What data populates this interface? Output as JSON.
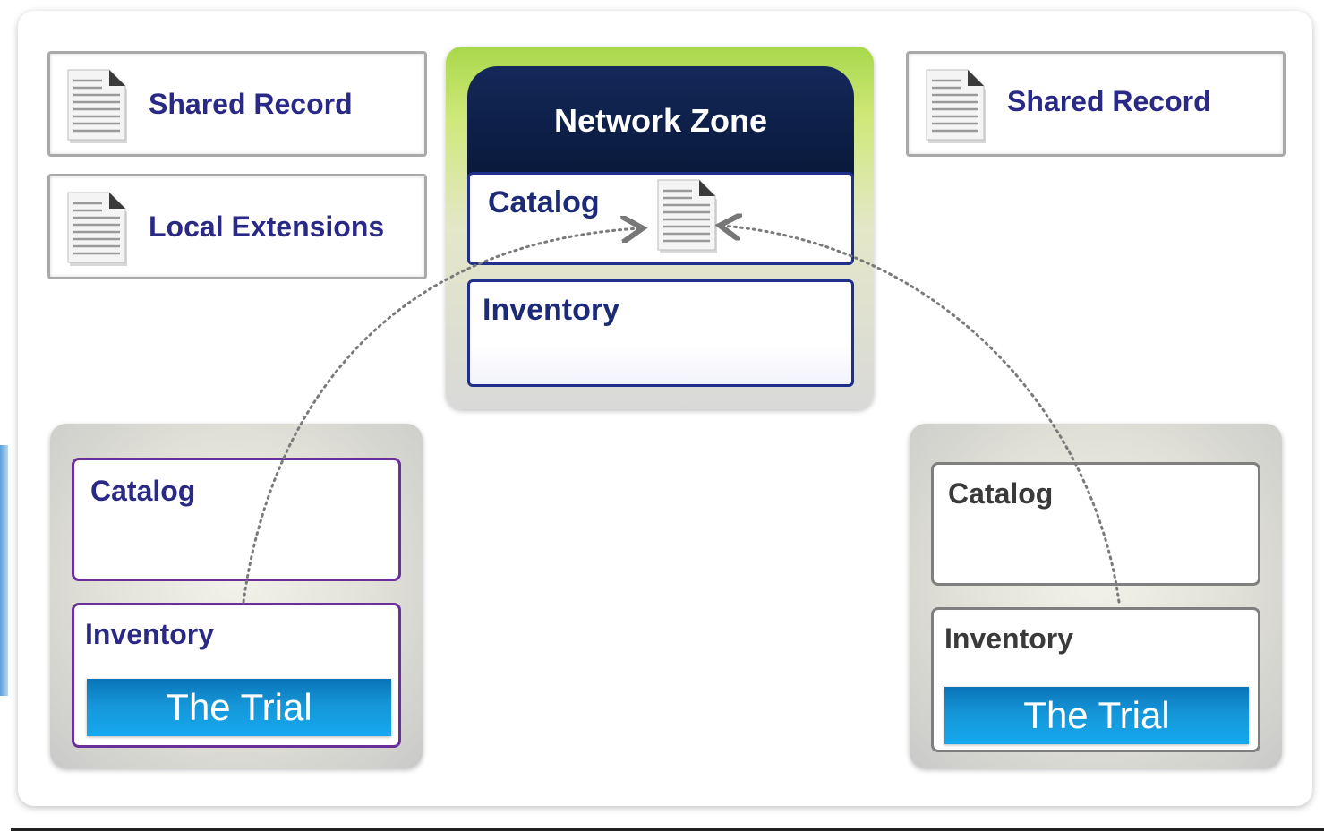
{
  "shared_record_left": {
    "label": "Shared Record"
  },
  "local_extensions": {
    "label": "Local Extensions"
  },
  "shared_record_right": {
    "label": "Shared Record"
  },
  "network_zone": {
    "title": "Network Zone",
    "catalog_label": "Catalog",
    "inventory_label": "Inventory"
  },
  "left_institution": {
    "catalog_label": "Catalog",
    "inventory_label": "Inventory",
    "trial_label": "The Trial"
  },
  "right_institution": {
    "catalog_label": "Catalog",
    "inventory_label": "Inventory",
    "trial_label": "The Trial"
  },
  "colors": {
    "label_navy": "#2a2a86",
    "zone_header": "#0b1d44",
    "zone_glow": "#a8d84a",
    "trial_blue": "#1596d8",
    "left_border": "#6b2f9a",
    "right_border": "#808080"
  }
}
